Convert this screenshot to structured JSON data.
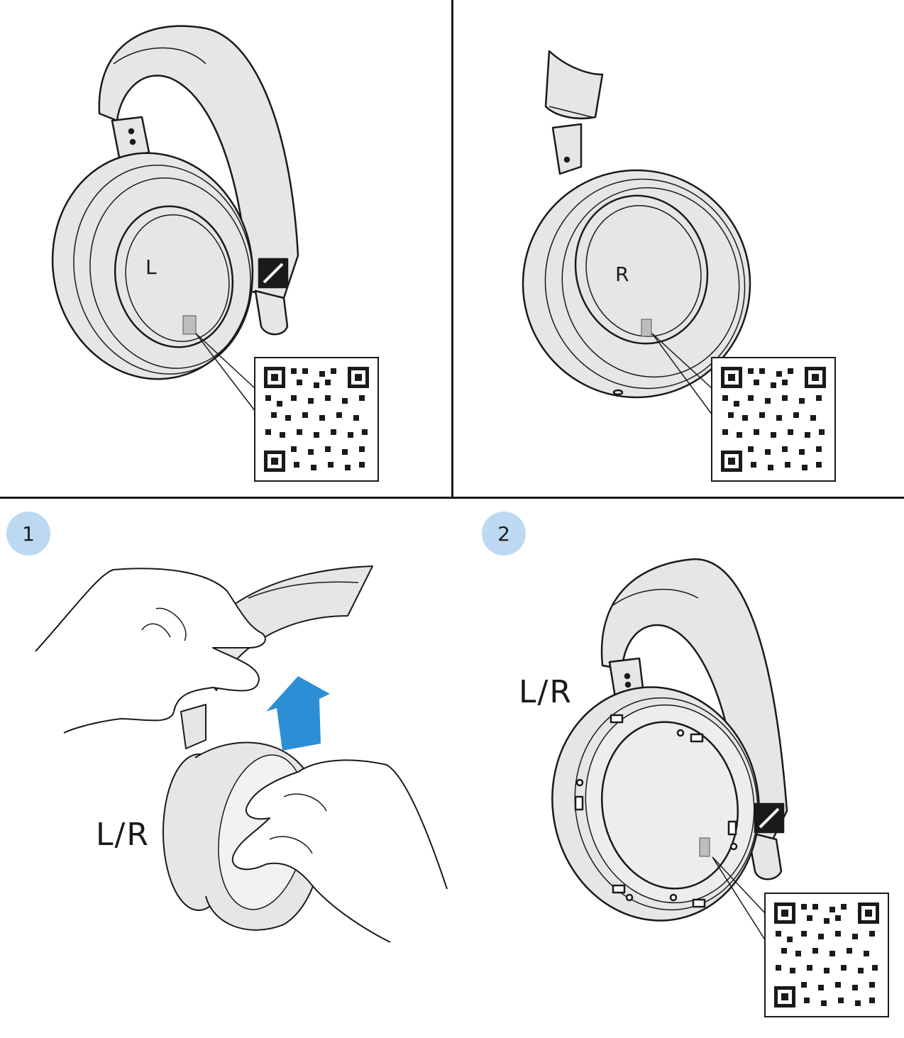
{
  "panels": {
    "top_left": {
      "side_letter": "L"
    },
    "top_right": {
      "side_letter": "R"
    },
    "step1": {
      "number": "1",
      "side_label": "L/R"
    },
    "step2": {
      "number": "2",
      "side_label": "L/R"
    }
  },
  "colors": {
    "badge": "#bcd9f1",
    "arrow": "#2c8fd6",
    "fill": "#e6e6e6",
    "line": "#1a1a1a"
  },
  "icons": [
    "qr-code-icon",
    "brand-logo-icon",
    "arrow-up-right-icon",
    "hand-icon"
  ]
}
